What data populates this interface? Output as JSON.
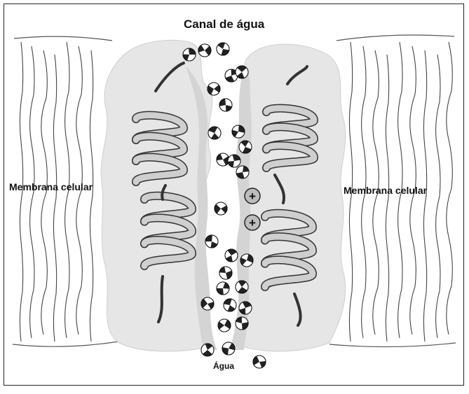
{
  "figure": {
    "title": "Canal de água",
    "left_label": "Membrana celular",
    "right_label": "Membrana celular",
    "bottom_label": "Água",
    "ion_symbol": "+",
    "colors": {
      "frame": "#222222",
      "membrane_lines": "#444444",
      "protein_surface": "#e6e6e6",
      "protein_inner": "#d4d4d4",
      "helix_fill": "#cfcfcf",
      "helix_stroke": "#333333",
      "water_oxygen": "#222222",
      "water_hydrogen": "#ffffff",
      "ion_fill": "#bdbdbd"
    },
    "icons": [
      "water-molecule-icon",
      "cation-icon",
      "alpha-helix-icon",
      "lipid-bilayer-icon"
    ]
  }
}
